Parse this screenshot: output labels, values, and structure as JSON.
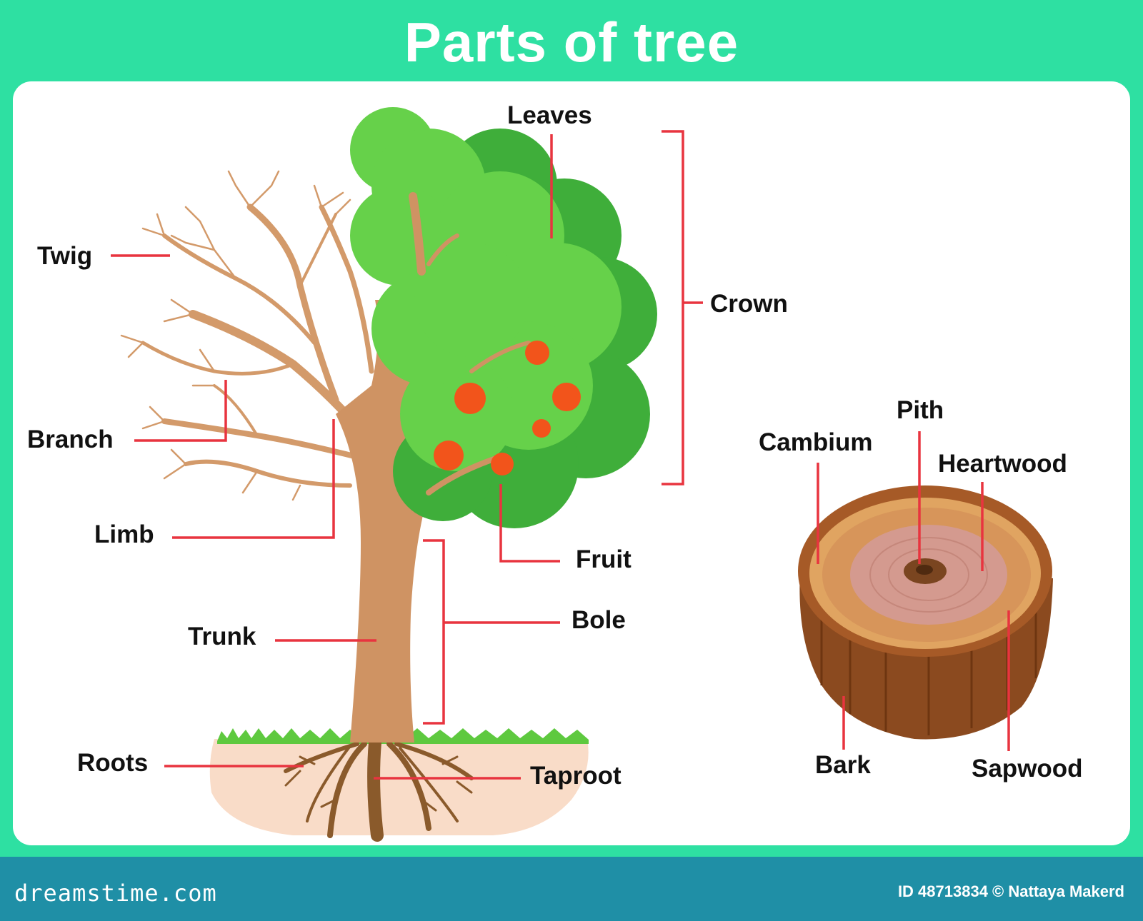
{
  "title": "Parts of tree",
  "labels": {
    "leaves": "Leaves",
    "twig": "Twig",
    "crown": "Crown",
    "branch": "Branch",
    "limb": "Limb",
    "fruit": "Fruit",
    "bole": "Bole",
    "trunk": "Trunk",
    "roots": "Roots",
    "taproot": "Taproot",
    "pith": "Pith",
    "cambium": "Cambium",
    "heartwood": "Heartwood",
    "bark": "Bark",
    "sapwood": "Sapwood"
  },
  "footer": {
    "brand": "dreamstime.com",
    "credit": "ID 48713834 © Nattaya Makerd"
  },
  "colors": {
    "frame": "#2ee0a2",
    "footer": "#1f8fa6",
    "leader_line": "#e8343f",
    "foliage_light": "#66d14a",
    "foliage_dark": "#3fae3a",
    "trunk": "#cf9363",
    "fruit": "#f2541b",
    "soil": "#f9dcc8",
    "roots": "#8a5a2b"
  }
}
